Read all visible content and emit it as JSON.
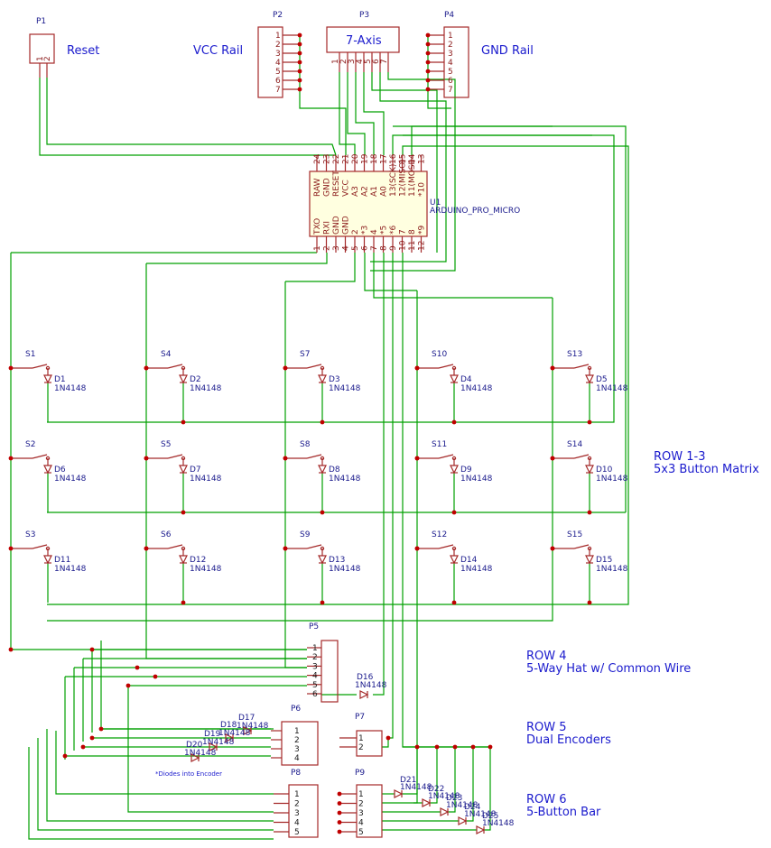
{
  "labels": {
    "reset": "Reset",
    "vcc_rail": "VCC Rail",
    "gnd_rail": "GND Rail",
    "axis7": "7-Axis",
    "row13_a": "ROW 1-3",
    "row13_b": "5x3 Button Matrix",
    "row4_a": "ROW 4",
    "row4_b": "5-Way Hat w/ Common Wire",
    "row5_a": "ROW 5",
    "row5_b": "Dual Encoders",
    "row6_a": "ROW 6",
    "row6_b": "5-Button Bar",
    "encoder_note": "*Diodes into Encoder"
  },
  "refs": {
    "p1": "P1",
    "p2": "P2",
    "p3": "P3",
    "p4": "P4",
    "p5": "P5",
    "p6": "P6",
    "p7": "P7",
    "p8": "P8",
    "p9": "P9",
    "u1": "U1"
  },
  "ic": {
    "name": "ARDUINO_PRO_MICRO",
    "top_pins": [
      {
        "num": "24",
        "name": "RAW"
      },
      {
        "num": "23",
        "name": "GND"
      },
      {
        "num": "22",
        "name": "RESET"
      },
      {
        "num": "21",
        "name": "VCC"
      },
      {
        "num": "20",
        "name": "A3"
      },
      {
        "num": "19",
        "name": "A2"
      },
      {
        "num": "18",
        "name": "A1"
      },
      {
        "num": "17",
        "name": "A0"
      },
      {
        "num": "16",
        "name": "13(SCK)"
      },
      {
        "num": "15",
        "name": "12(MISO)"
      },
      {
        "num": "14",
        "name": "11(MOSI)"
      },
      {
        "num": "13",
        "name": "*10"
      }
    ],
    "bottom_pins": [
      {
        "num": "1",
        "name": "TXO"
      },
      {
        "num": "2",
        "name": "RXI"
      },
      {
        "num": "3",
        "name": "GND"
      },
      {
        "num": "4",
        "name": "GND"
      },
      {
        "num": "5",
        "name": "2"
      },
      {
        "num": "6",
        "name": "*3"
      },
      {
        "num": "7",
        "name": "4"
      },
      {
        "num": "8",
        "name": "*5"
      },
      {
        "num": "9",
        "name": "*6"
      },
      {
        "num": "10",
        "name": "7"
      },
      {
        "num": "11",
        "name": "8"
      },
      {
        "num": "12",
        "name": "*9"
      }
    ]
  },
  "switches": [
    "S1",
    "S4",
    "S7",
    "S10",
    "S13",
    "S2",
    "S5",
    "S8",
    "S11",
    "S14",
    "S3",
    "S6",
    "S9",
    "S12",
    "S15"
  ],
  "matrix_diodes": [
    "D1",
    "D2",
    "D3",
    "D4",
    "D5",
    "D6",
    "D7",
    "D8",
    "D9",
    "D10",
    "D11",
    "D12",
    "D13",
    "D14",
    "D15"
  ],
  "other_diodes": [
    "D16",
    "D17",
    "D18",
    "D19",
    "D20",
    "D21",
    "D22",
    "D23",
    "D24",
    "D25"
  ],
  "diode_value": "1N4148",
  "pin_numbers": {
    "p1": [
      "1",
      "2"
    ],
    "p2": [
      "1",
      "2",
      "3",
      "4",
      "5",
      "6",
      "7"
    ],
    "p3": [
      "1",
      "2",
      "3",
      "4",
      "5",
      "6",
      "7"
    ],
    "p4": [
      "1",
      "2",
      "3",
      "4",
      "5",
      "6",
      "7"
    ],
    "p5": [
      "1",
      "2",
      "3",
      "4",
      "5",
      "6"
    ],
    "p6": [
      "1",
      "2",
      "3",
      "4"
    ],
    "p7": [
      "1",
      "2"
    ],
    "p8": [
      "1",
      "2",
      "3",
      "4",
      "5"
    ],
    "p9": [
      "1",
      "2",
      "3",
      "4",
      "5"
    ]
  }
}
